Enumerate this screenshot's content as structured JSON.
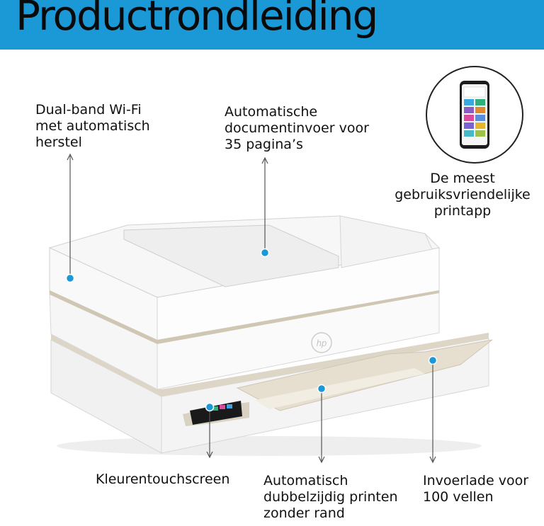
{
  "banner": {
    "title": "Productrondleiding",
    "color": "#1b98d6"
  },
  "callouts": {
    "wifi": "Dual-band Wi-Fi\nmet automatisch\nherstel",
    "adf": "Automatische\ndocumentinvoer voor\n35 pagina’s",
    "app": "De meest\ngebruiksvriendelijke\nprintapp",
    "touchscreen": "Kleurentouchscreen",
    "duplex": "Automatisch\ndubbelzijdig printen\nzonder rand",
    "tray": "Invoerlade voor\n100 vellen"
  },
  "printer": {
    "logo": "hp",
    "accent": "#d9d2c3",
    "marker": "#1b98d6"
  },
  "icons": {
    "app": "smartphone-icon",
    "logo": "hp-logo-icon"
  }
}
